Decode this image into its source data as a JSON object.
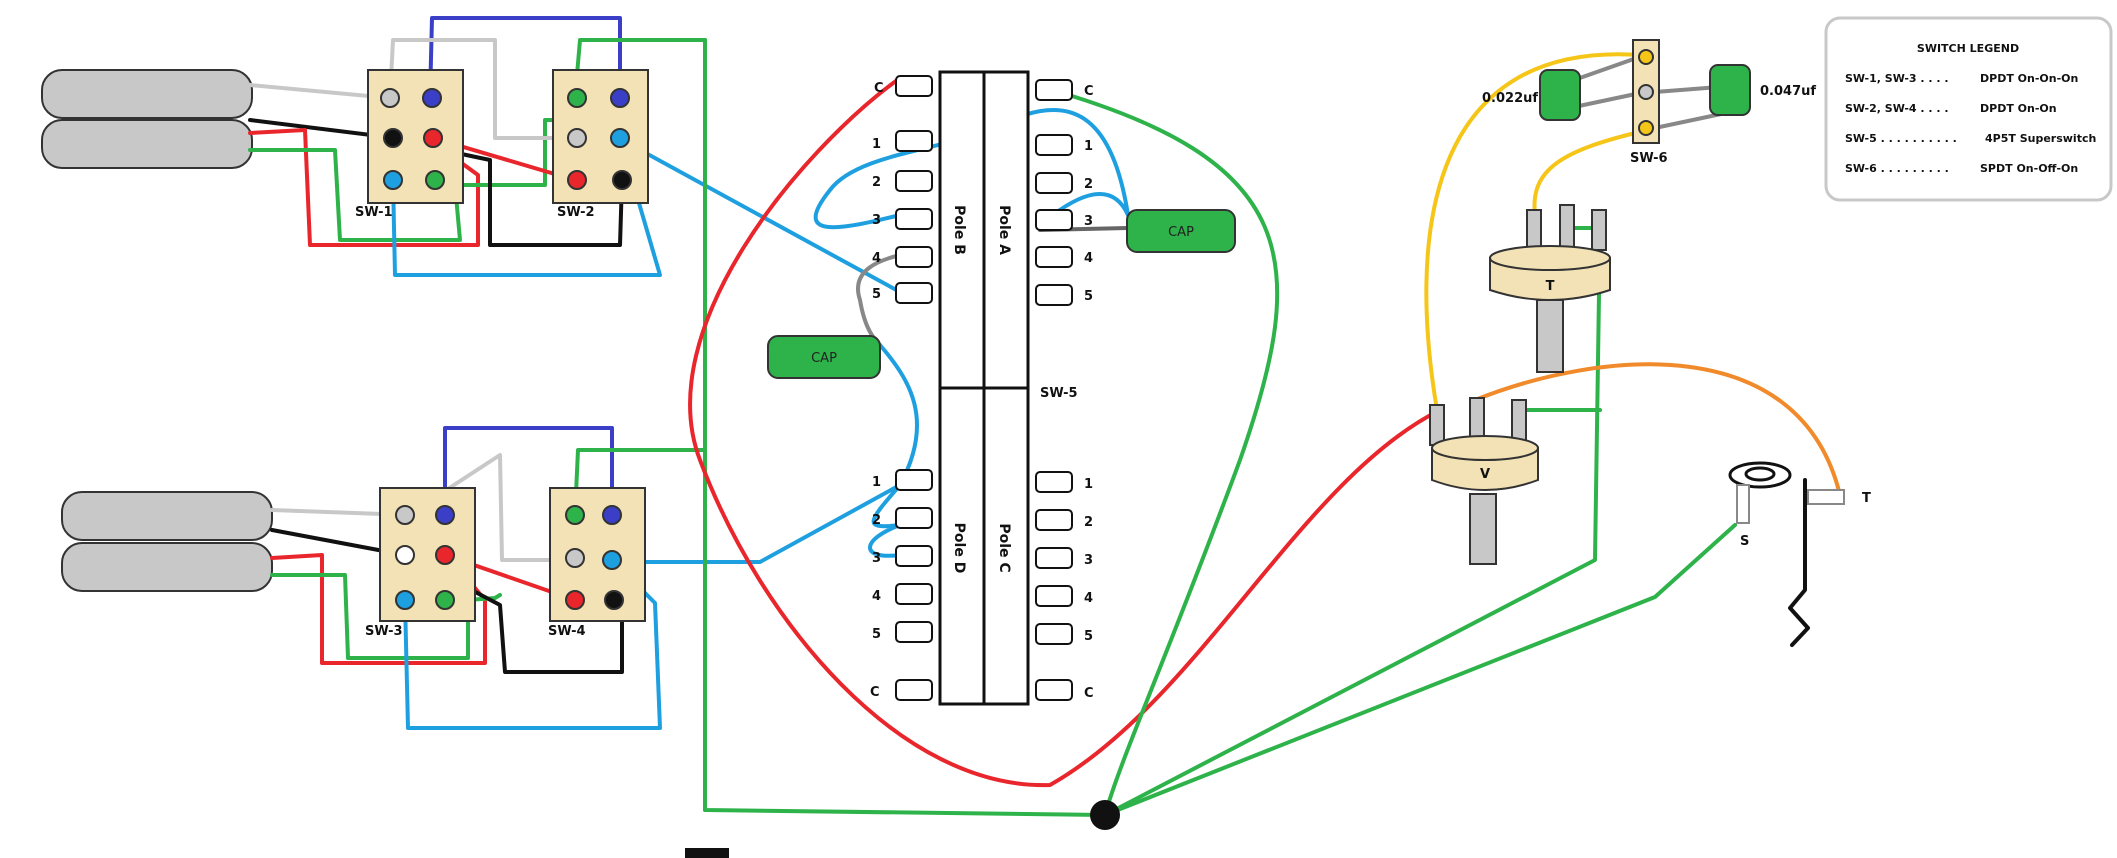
{
  "switch_labels": {
    "sw1": "SW-1",
    "sw2": "SW-2",
    "sw3": "SW-3",
    "sw4": "SW-4",
    "sw5": "SW-5",
    "sw6": "SW-6"
  },
  "superswitch": {
    "pole_a": "Pole A",
    "pole_b": "Pole B",
    "pole_c": "Pole C",
    "pole_d": "Pole D",
    "common": "C",
    "positions": [
      "1",
      "2",
      "3",
      "4",
      "5"
    ]
  },
  "capacitors": {
    "cap_label": "CAP",
    "value_left": "0.022uf",
    "value_right": "0.047uf"
  },
  "pots": {
    "tone": "T",
    "volume": "V"
  },
  "jack": {
    "tip": "T",
    "sleeve": "S"
  },
  "legend": {
    "title": "SWITCH LEGEND",
    "entries": [
      {
        "key": "SW-1, SW-3 . . . .",
        "value": "DPDT On-On-On"
      },
      {
        "key": "SW-2, SW-4 . . . .",
        "value": "DPDT On-On"
      },
      {
        "key": "SW-5 . . . . . . . . . .",
        "value": "4P5T Superswitch"
      },
      {
        "key": "SW-6 . . . . . . . . .",
        "value": "SPDT On-Off-On"
      }
    ]
  },
  "colors": {
    "red": "#e8262b",
    "green": "#2db34a",
    "blue": "#3b3fc8",
    "cyan": "#1ea0e0",
    "gray": "#c8c8c8",
    "black": "#111111",
    "yellow": "#f5c518",
    "orange": "#f08a2a",
    "switch_body": "#f2e2b5",
    "cap_green": "#2db34a"
  }
}
